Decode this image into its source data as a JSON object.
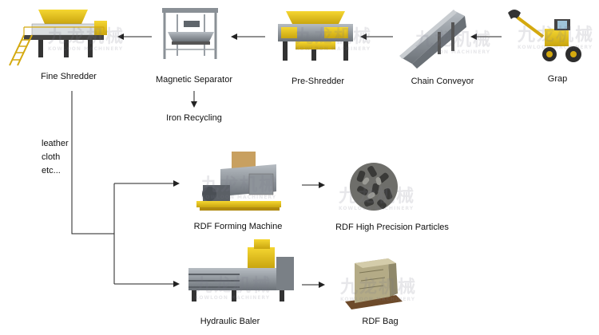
{
  "nodes": {
    "fine_shredder": "Fine Shredder",
    "magnetic_separator": "Magnetic Separator",
    "pre_shredder": "Pre-Shredder",
    "chain_conveyor": "Chain Conveyor",
    "grap": "Grap",
    "iron_recycling": "Iron Recycling",
    "rdf_forming_machine": "RDF Forming Machine",
    "rdf_particles": "RDF High Precision Particles",
    "hydraulic_baler": "Hydraulic Baler",
    "rdf_bag": "RDF Bag"
  },
  "materials": [
    "leather",
    "cloth",
    "etc..."
  ],
  "watermark": {
    "cn": "九龙机械",
    "en": "KOWLOON MACHINERY"
  },
  "colors": {
    "machine_yellow": "#e8c21a",
    "machine_grey": "#7d8389",
    "arrow": "#222222"
  }
}
